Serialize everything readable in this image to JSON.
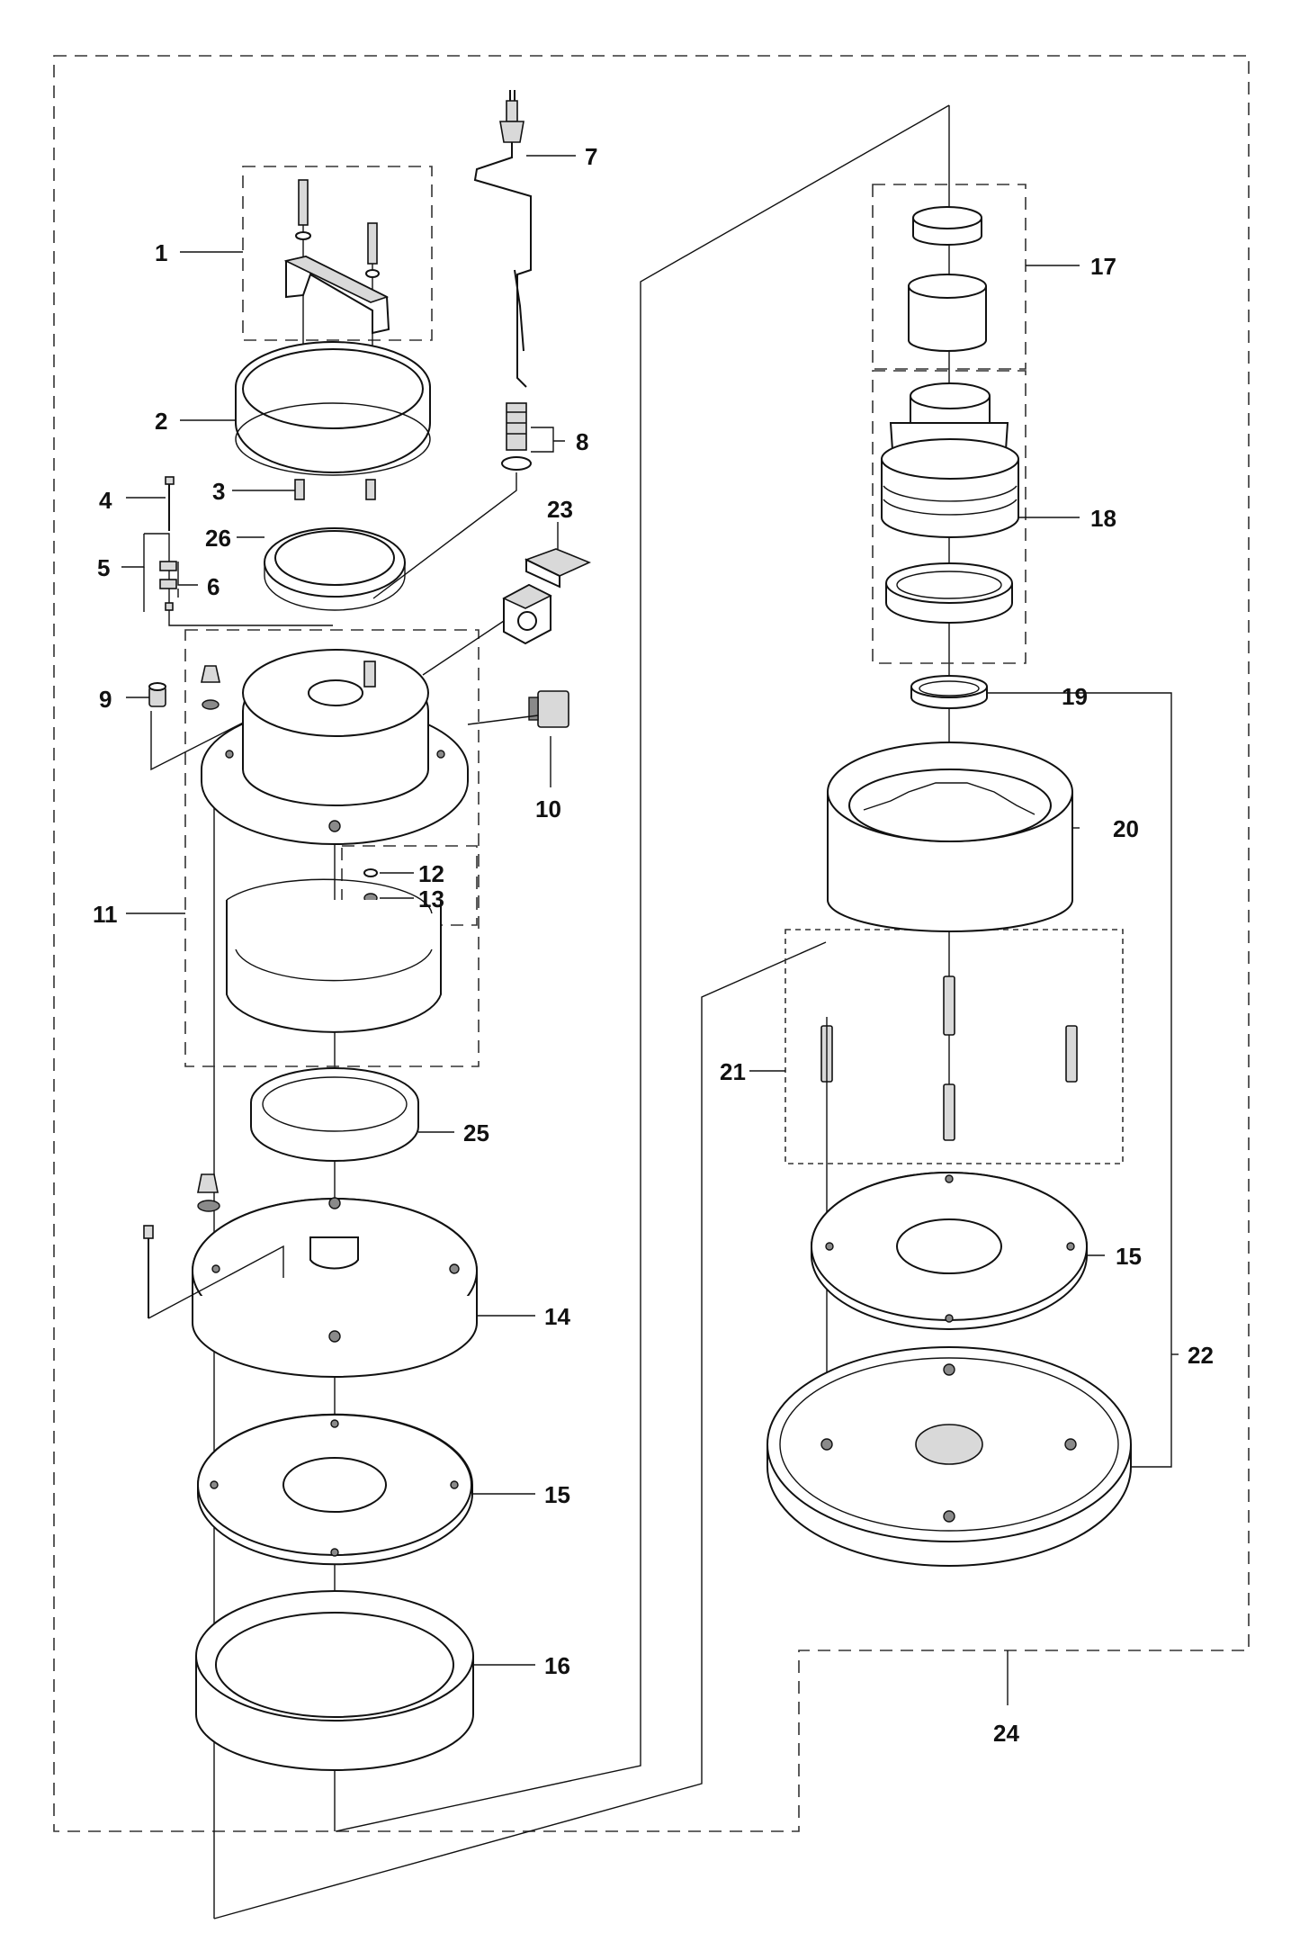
{
  "diagram": {
    "callouts": [
      {
        "id": "c1",
        "label": "1"
      },
      {
        "id": "c2",
        "label": "2"
      },
      {
        "id": "c3",
        "label": "3"
      },
      {
        "id": "c4",
        "label": "4"
      },
      {
        "id": "c5",
        "label": "5"
      },
      {
        "id": "c6",
        "label": "6"
      },
      {
        "id": "c7",
        "label": "7"
      },
      {
        "id": "c8",
        "label": "8"
      },
      {
        "id": "c9",
        "label": "9"
      },
      {
        "id": "c10",
        "label": "10"
      },
      {
        "id": "c11",
        "label": "11"
      },
      {
        "id": "c12",
        "label": "12"
      },
      {
        "id": "c13",
        "label": "13"
      },
      {
        "id": "c14",
        "label": "14"
      },
      {
        "id": "c15a",
        "label": "15"
      },
      {
        "id": "c15b",
        "label": "15"
      },
      {
        "id": "c16",
        "label": "16"
      },
      {
        "id": "c17",
        "label": "17"
      },
      {
        "id": "c18",
        "label": "18"
      },
      {
        "id": "c19",
        "label": "19"
      },
      {
        "id": "c20",
        "label": "20"
      },
      {
        "id": "c21",
        "label": "21"
      },
      {
        "id": "c22",
        "label": "22"
      },
      {
        "id": "c23",
        "label": "23"
      },
      {
        "id": "c24",
        "label": "24"
      },
      {
        "id": "c25",
        "label": "25"
      },
      {
        "id": "c26",
        "label": "26"
      }
    ]
  }
}
